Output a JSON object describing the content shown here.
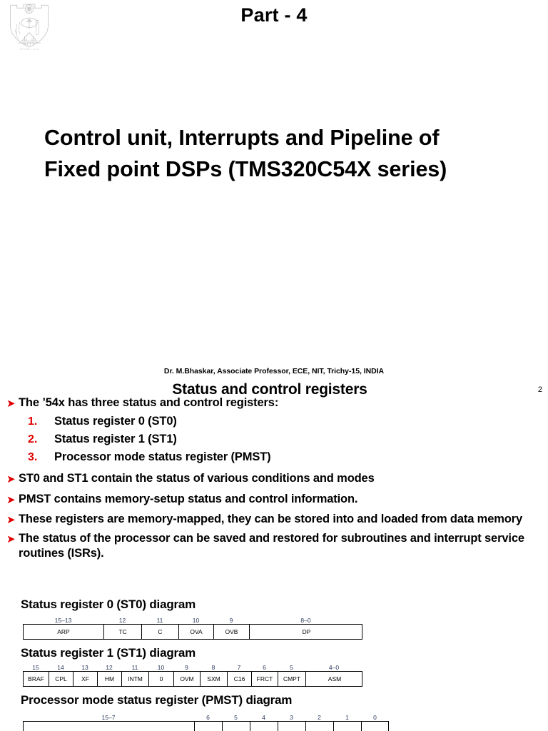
{
  "slide1": {
    "part_title": "Part - 4",
    "main_title_line1": "Control unit, Interrupts and Pipeline of",
    "main_title_line2": "Fixed point DSPs (TMS320C54X series)",
    "author": "Dr. M.Bhaskar, Associate Professor, ECE, NIT, Trichy-15, INDIA",
    "logo_name": "nitt-crest-logo"
  },
  "slide2": {
    "slide_number": "2",
    "heading": "Status and control registers",
    "bullet_marker": "➤",
    "bullets": [
      "The ’54x has three status and control registers:",
      "ST0 and ST1 contain the status of various conditions and modes",
      "PMST contains memory-setup status and control information.",
      "These registers are memory-mapped, they can be stored into and loaded from data memory",
      "The status of the processor can be saved and restored for subroutines and interrupt service routines (ISRs)."
    ],
    "numbered_items": [
      {
        "num": "1.",
        "text": "Status register 0 (ST0)"
      },
      {
        "num": "2.",
        "text": "Status register 1 (ST1)"
      },
      {
        "num": "3.",
        "text": "Processor mode status register (PMST)"
      }
    ],
    "diagrams": [
      {
        "title": "Status  register 0 (ST0) diagram",
        "bit_labels": [
          "15–13",
          "12",
          "11",
          "10",
          "9",
          "8–0"
        ],
        "fields": [
          "ARP",
          "TC",
          "C",
          "OVA",
          "OVB",
          "DP"
        ],
        "widths": [
          113,
          53,
          52,
          49,
          50,
          159
        ]
      },
      {
        "title": "Status  register 1 (ST1) diagram",
        "bit_labels": [
          "15",
          "14",
          "13",
          "12",
          "11",
          "10",
          "9",
          "8",
          "7",
          "6",
          "5",
          "4–0"
        ],
        "fields": [
          "BRAF",
          "CPL",
          "XF",
          "HM",
          "INTM",
          "0",
          "OVM",
          "SXM",
          "C16",
          "FRCT",
          "CMPT",
          "ASM"
        ],
        "widths": [
          36,
          34,
          34,
          34,
          38,
          35,
          37,
          38,
          34,
          37,
          39,
          80
        ]
      },
      {
        "title": "Processor mode status register  (PMST) diagram",
        "bit_labels": [
          "15–7",
          "6",
          "5",
          "4",
          "3",
          "2",
          "1",
          "0"
        ],
        "fields": [
          "",
          "",
          "",
          "",
          "",
          "",
          "",
          ""
        ],
        "widths": [
          240,
          39,
          39,
          39,
          39,
          39,
          39,
          39
        ]
      }
    ]
  },
  "colors": {
    "bullet_red": "#e00000",
    "bit_label": "#2d3a5c",
    "text": "#000000",
    "background": "#ffffff"
  }
}
